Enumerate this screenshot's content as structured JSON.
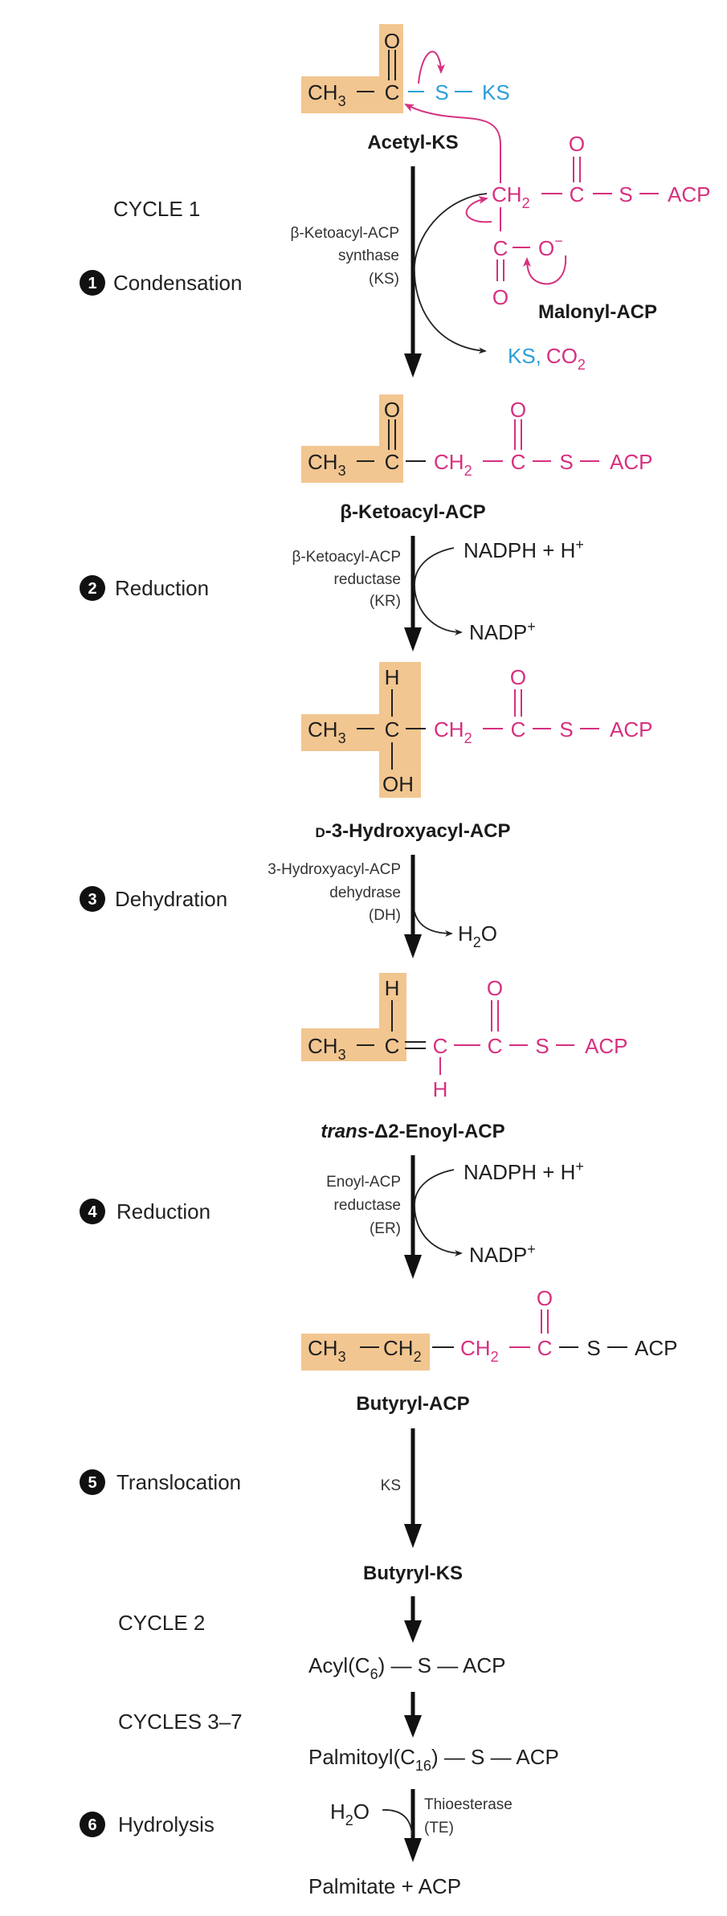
{
  "colors": {
    "highlight": "#f2c690",
    "malonyl": "#d6307f",
    "ks": "#2b9fd9"
  },
  "atoms": {
    "CH": "CH",
    "C": "C",
    "O": "O",
    "S": "S",
    "KS": "KS",
    "ACP": "ACP",
    "H": "H",
    "OH": "OH",
    "sub2": "2",
    "sub3": "3",
    "minus": "−"
  },
  "cycles": {
    "cycle1": "CYCLE 1",
    "cycle2": "CYCLE 2",
    "cycles3_7": "CYCLES 3–7"
  },
  "steps": [
    {
      "num": "1",
      "label": "Condensation"
    },
    {
      "num": "2",
      "label": "Reduction"
    },
    {
      "num": "3",
      "label": "Dehydration"
    },
    {
      "num": "4",
      "label": "Reduction"
    },
    {
      "num": "5",
      "label": "Translocation"
    },
    {
      "num": "6",
      "label": "Hydrolysis"
    }
  ],
  "enzymes": {
    "ks": [
      "β-Ketoacyl-ACP",
      "synthase",
      "(KS)"
    ],
    "kr": [
      "β-Ketoacyl-ACP",
      "reductase",
      "(KR)"
    ],
    "dh": [
      "3-Hydroxyacyl-ACP",
      "dehydrase",
      "(DH)"
    ],
    "er": [
      "Enoyl-ACP",
      "reductase",
      "(ER)"
    ],
    "translocation": [
      "KS"
    ],
    "te": [
      "Thioesterase",
      "(TE)"
    ]
  },
  "compounds": {
    "acetyl_ks": "Acetyl-KS",
    "malonyl_acp": "Malonyl-ACP",
    "ketoacyl_acp": "β-Ketoacyl-ACP",
    "hydroxyacyl_prefix": "D",
    "hydroxyacyl_acp": "-3-Hydroxyacyl-ACP",
    "enoyl_prefix": "trans",
    "enoyl_acp": "-Δ2-Enoyl-ACP",
    "butyryl_acp": "Butyryl-ACP",
    "butyryl_ks": "Butyryl-KS",
    "acyl_c6": {
      "pre": "Acyl(C",
      "sub": "6",
      "post": ") — S — ACP"
    },
    "palmitoyl": {
      "pre": "Palmitoyl(C",
      "sub": "16",
      "post": ") — S — ACP"
    },
    "palmitate": "Palmitate + ACP"
  },
  "cofactors": {
    "ks_release": "KS,",
    "co": "CO",
    "nadph": "NADPH + H",
    "plus": "+",
    "nadp": "NADP",
    "h2o_h": "H",
    "h2o_o": "O"
  }
}
